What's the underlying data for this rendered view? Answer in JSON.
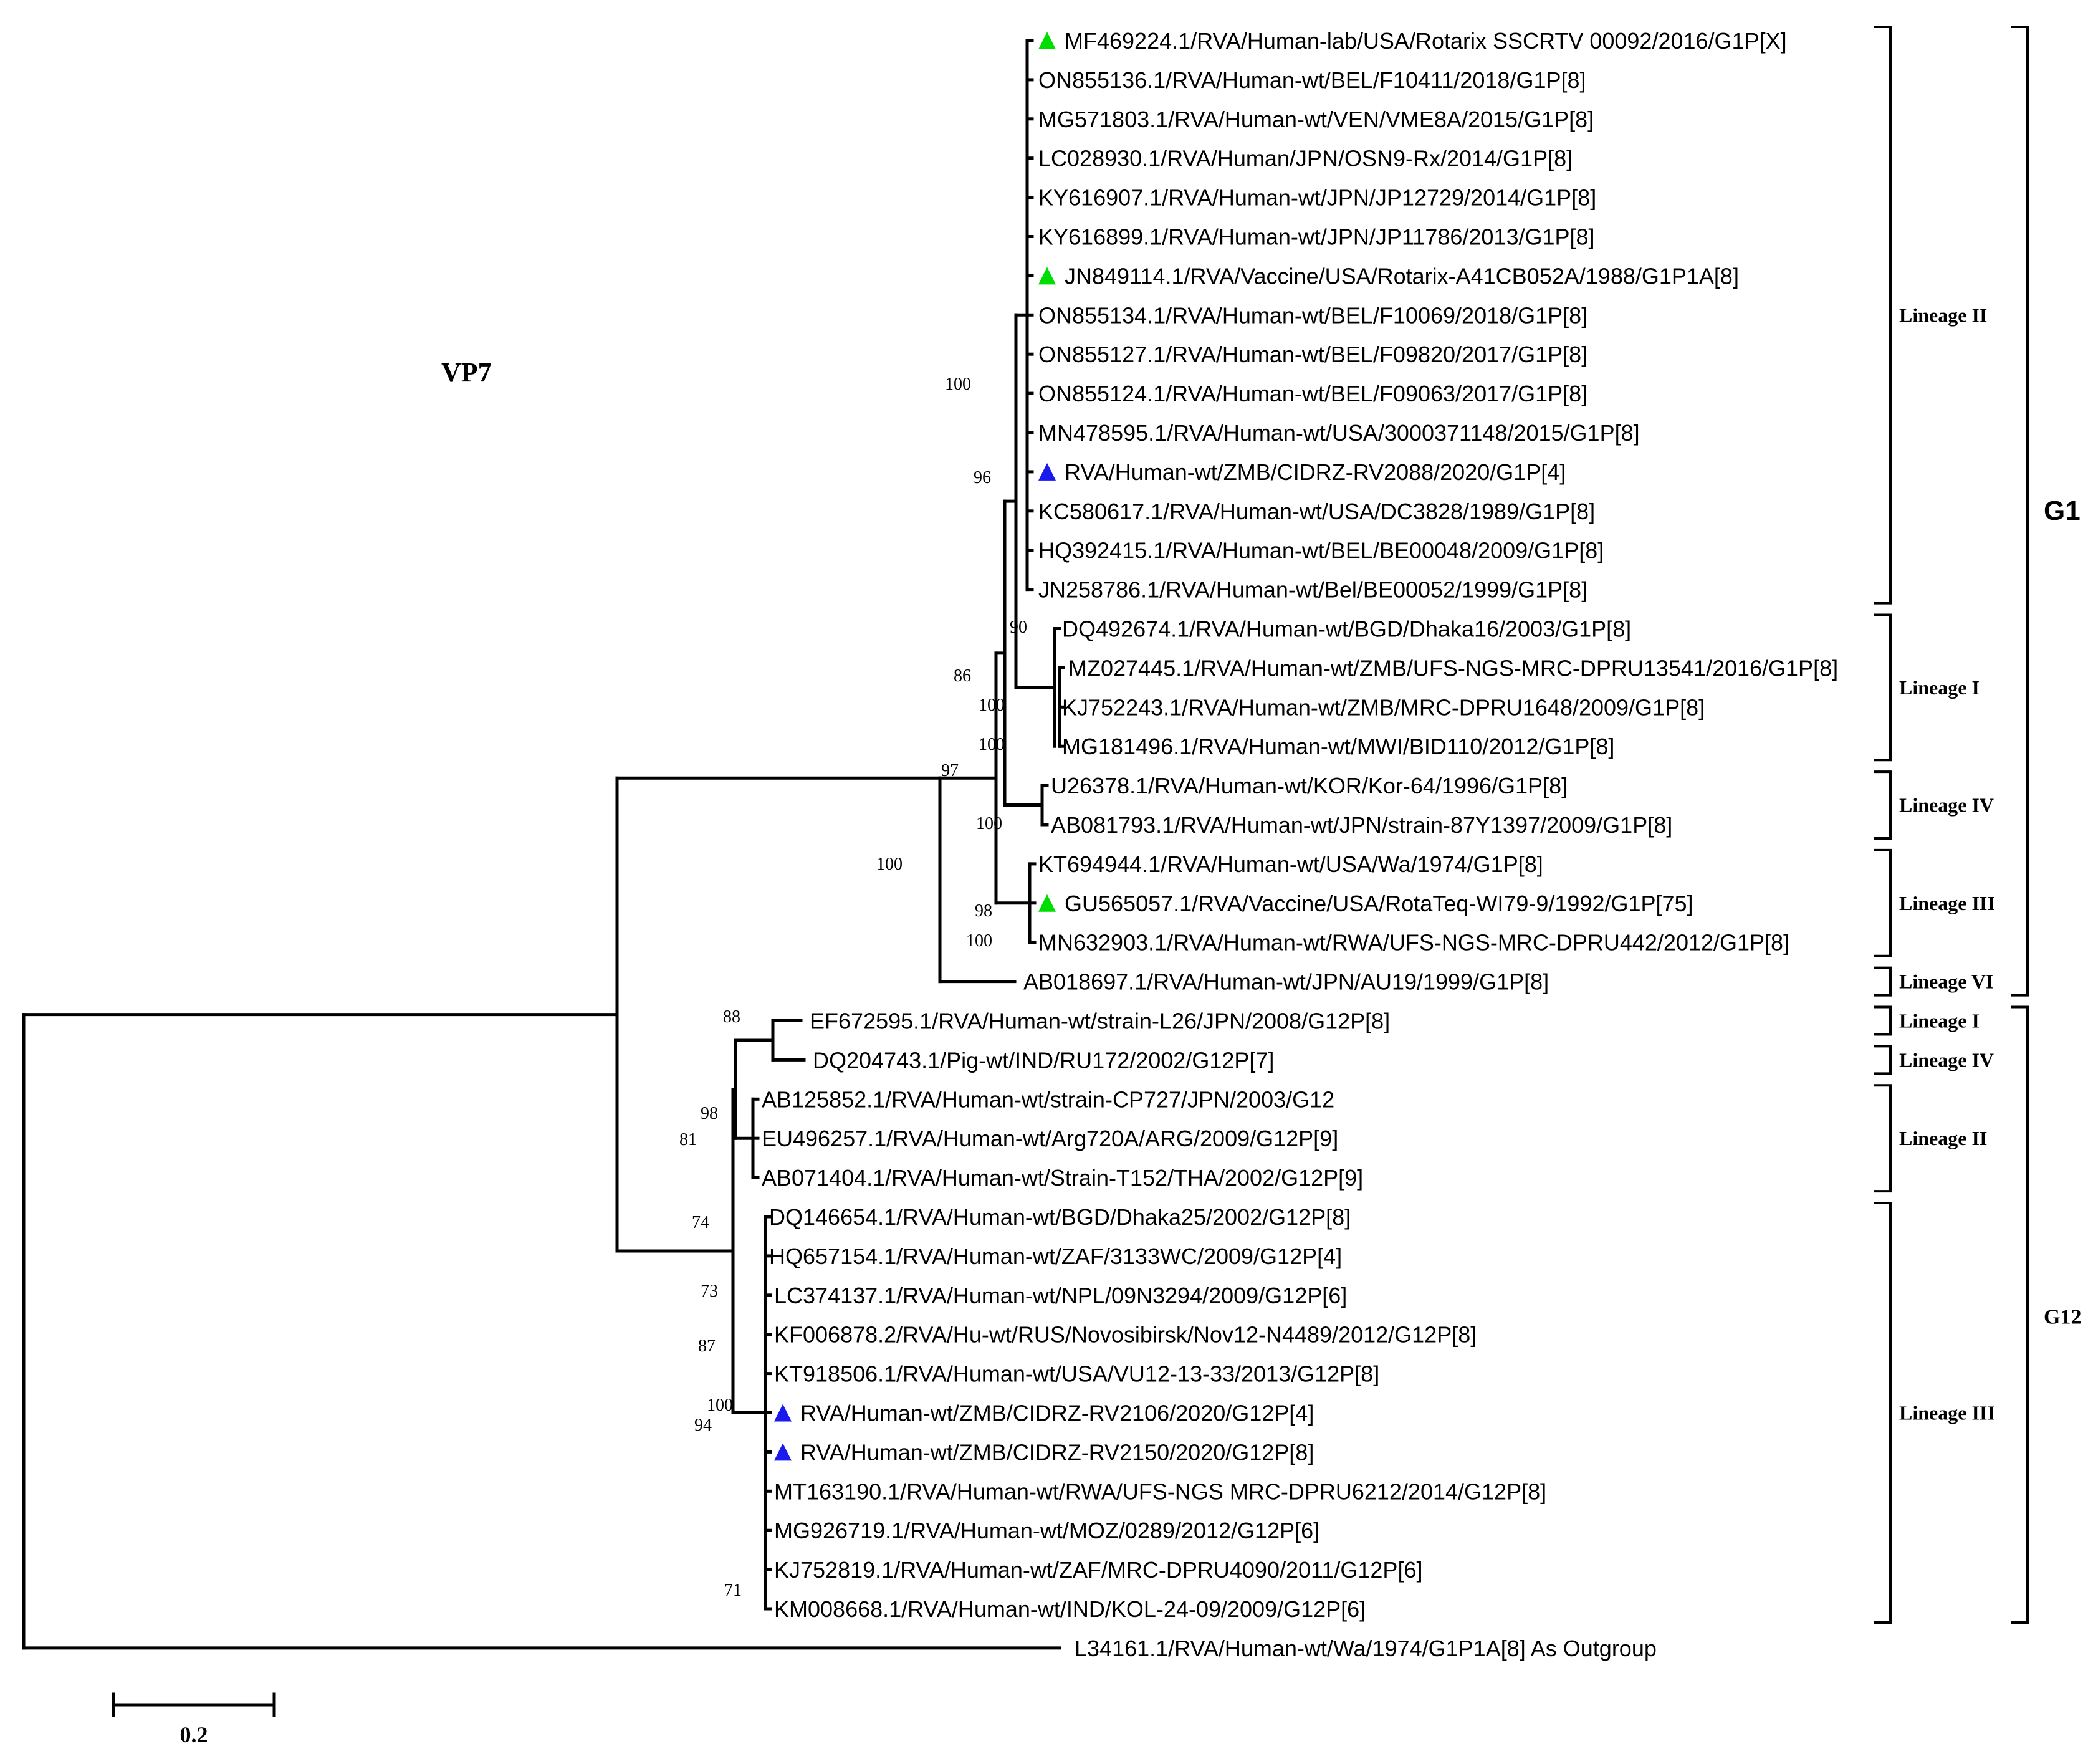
{
  "gene_label": "VP7",
  "scale_bar": {
    "label": "0.2",
    "length": 0.2
  },
  "colors": {
    "reference_marker": "#00dd00",
    "study_marker": "#1a1aee",
    "lines": "#000000"
  },
  "taxa": [
    {
      "id": "t1",
      "label": "MF469224.1/RVA/Human-lab/USA/Rotarix SSCRTV 00092/2016/G1P[X]",
      "marker": "green-triangle"
    },
    {
      "id": "t2",
      "label": "ON855136.1/RVA/Human-wt/BEL/F10411/2018/G1P[8]"
    },
    {
      "id": "t3",
      "label": "MG571803.1/RVA/Human-wt/VEN/VME8A/2015/G1P[8]"
    },
    {
      "id": "t4",
      "label": "LC028930.1/RVA/Human/JPN/OSN9-Rx/2014/G1P[8]"
    },
    {
      "id": "t5",
      "label": "KY616907.1/RVA/Human-wt/JPN/JP12729/2014/G1P[8]"
    },
    {
      "id": "t6",
      "label": "KY616899.1/RVA/Human-wt/JPN/JP11786/2013/G1P[8]"
    },
    {
      "id": "t7",
      "label": "JN849114.1/RVA/Vaccine/USA/Rotarix-A41CB052A/1988/G1P1A[8]",
      "marker": "green-triangle"
    },
    {
      "id": "t8",
      "label": "ON855134.1/RVA/Human-wt/BEL/F10069/2018/G1P[8]"
    },
    {
      "id": "t9",
      "label": "ON855127.1/RVA/Human-wt/BEL/F09820/2017/G1P[8]"
    },
    {
      "id": "t10",
      "label": "ON855124.1/RVA/Human-wt/BEL/F09063/2017/G1P[8]"
    },
    {
      "id": "t11",
      "label": "MN478595.1/RVA/Human-wt/USA/3000371148/2015/G1P[8]"
    },
    {
      "id": "t12",
      "label": "RVA/Human-wt/ZMB/CIDRZ-RV2088/2020/G1P[4]",
      "marker": "blue-triangle"
    },
    {
      "id": "t13",
      "label": "KC580617.1/RVA/Human-wt/USA/DC3828/1989/G1P[8]"
    },
    {
      "id": "t14",
      "label": "HQ392415.1/RVA/Human-wt/BEL/BE00048/2009/G1P[8]"
    },
    {
      "id": "t15",
      "label": "JN258786.1/RVA/Human-wt/Bel/BE00052/1999/G1P[8]"
    },
    {
      "id": "t16",
      "label": "DQ492674.1/RVA/Human-wt/BGD/Dhaka16/2003/G1P[8]"
    },
    {
      "id": "t17",
      "label": "MZ027445.1/RVA/Human-wt/ZMB/UFS-NGS-MRC-DPRU13541/2016/G1P[8]"
    },
    {
      "id": "t18",
      "label": "KJ752243.1/RVA/Human-wt/ZMB/MRC-DPRU1648/2009/G1P[8]"
    },
    {
      "id": "t19",
      "label": "MG181496.1/RVA/Human-wt/MWI/BID110/2012/G1P[8]"
    },
    {
      "id": "t20",
      "label": "U26378.1/RVA/Human-wt/KOR/Kor-64/1996/G1P[8]"
    },
    {
      "id": "t21",
      "label": "AB081793.1/RVA/Human-wt/JPN/strain-87Y1397/2009/G1P[8]"
    },
    {
      "id": "t22",
      "label": "KT694944.1/RVA/Human-wt/USA/Wa/1974/G1P[8]"
    },
    {
      "id": "t23",
      "label": "GU565057.1/RVA/Vaccine/USA/RotaTeq-WI79-9/1992/G1P[75]",
      "marker": "green-triangle"
    },
    {
      "id": "t24",
      "label": "MN632903.1/RVA/Human-wt/RWA/UFS-NGS-MRC-DPRU442/2012/G1P[8]"
    },
    {
      "id": "t25",
      "label": "AB018697.1/RVA/Human-wt/JPN/AU19/1999/G1P[8]"
    },
    {
      "id": "t26",
      "label": "EF672595.1/RVA/Human-wt/strain-L26/JPN/2008/G12P[8]"
    },
    {
      "id": "t27",
      "label": "DQ204743.1/Pig-wt/IND/RU172/2002/G12P[7]"
    },
    {
      "id": "t28",
      "label": "AB125852.1/RVA/Human-wt/strain-CP727/JPN/2003/G12"
    },
    {
      "id": "t29",
      "label": "EU496257.1/RVA/Human-wt/Arg720A/ARG/2009/G12P[9]"
    },
    {
      "id": "t30",
      "label": "AB071404.1/RVA/Human-wt/Strain-T152/THA/2002/G12P[9]"
    },
    {
      "id": "t31",
      "label": "DQ146654.1/RVA/Human-wt/BGD/Dhaka25/2002/G12P[8]"
    },
    {
      "id": "t32",
      "label": "HQ657154.1/RVA/Human-wt/ZAF/3133WC/2009/G12P[4]"
    },
    {
      "id": "t33",
      "label": "LC374137.1/RVA/Human-wt/NPL/09N3294/2009/G12P[6]"
    },
    {
      "id": "t34",
      "label": "KF006878.2/RVA/Hu-wt/RUS/Novosibirsk/Nov12-N4489/2012/G12P[8]"
    },
    {
      "id": "t35",
      "label": "KT918506.1/RVA/Human-wt/USA/VU12-13-33/2013/G12P[8]"
    },
    {
      "id": "t36",
      "label": "RVA/Human-wt/ZMB/CIDRZ-RV2106/2020/G12P[4]",
      "marker": "blue-triangle"
    },
    {
      "id": "t37",
      "label": "RVA/Human-wt/ZMB/CIDRZ-RV2150/2020/G12P[8]",
      "marker": "blue-triangle"
    },
    {
      "id": "t38",
      "label": "MT163190.1/RVA/Human-wt/RWA/UFS-NGS MRC-DPRU6212/2014/G12P[8]"
    },
    {
      "id": "t39",
      "label": "MG926719.1/RVA/Human-wt/MOZ/0289/2012/G12P[6]"
    },
    {
      "id": "t40",
      "label": "KJ752819.1/RVA/Human-wt/ZAF/MRC-DPRU4090/2011/G12P[6]"
    },
    {
      "id": "t41",
      "label": "KM008668.1/RVA/Human-wt/IND/KOL-24-09/2009/G12P[6]"
    },
    {
      "id": "t42",
      "label": "L34161.1/RVA/Human-wt/Wa/1974/G1P1A[8] As Outgroup"
    }
  ],
  "bootstrap_values": [
    "100",
    "96",
    "90",
    "100",
    "100",
    "86",
    "97",
    "100",
    "100",
    "98",
    "100",
    "88",
    "98",
    "81",
    "74",
    "73",
    "87",
    "100",
    "94",
    "71"
  ],
  "lineages": [
    {
      "label": "Lineage II",
      "group": "G1",
      "first": "t1",
      "last": "t15"
    },
    {
      "label": "Lineage I",
      "group": "G1",
      "first": "t16",
      "last": "t19"
    },
    {
      "label": "Lineage IV",
      "group": "G1",
      "first": "t20",
      "last": "t21"
    },
    {
      "label": "Lineage III",
      "group": "G1",
      "first": "t22",
      "last": "t24"
    },
    {
      "label": "Lineage VI",
      "group": "G1",
      "first": "t25",
      "last": "t25"
    },
    {
      "label": "Lineage I",
      "group": "G12",
      "first": "t26",
      "last": "t26"
    },
    {
      "label": "Lineage IV",
      "group": "G12",
      "first": "t27",
      "last": "t27"
    },
    {
      "label": "Lineage II",
      "group": "G12",
      "first": "t28",
      "last": "t30"
    },
    {
      "label": "Lineage III",
      "group": "G12",
      "first": "t31",
      "last": "t41"
    }
  ],
  "genotypes": [
    {
      "label": "G1",
      "first": "t1",
      "last": "t25"
    },
    {
      "label": "G12",
      "first": "t26",
      "last": "t41"
    }
  ]
}
